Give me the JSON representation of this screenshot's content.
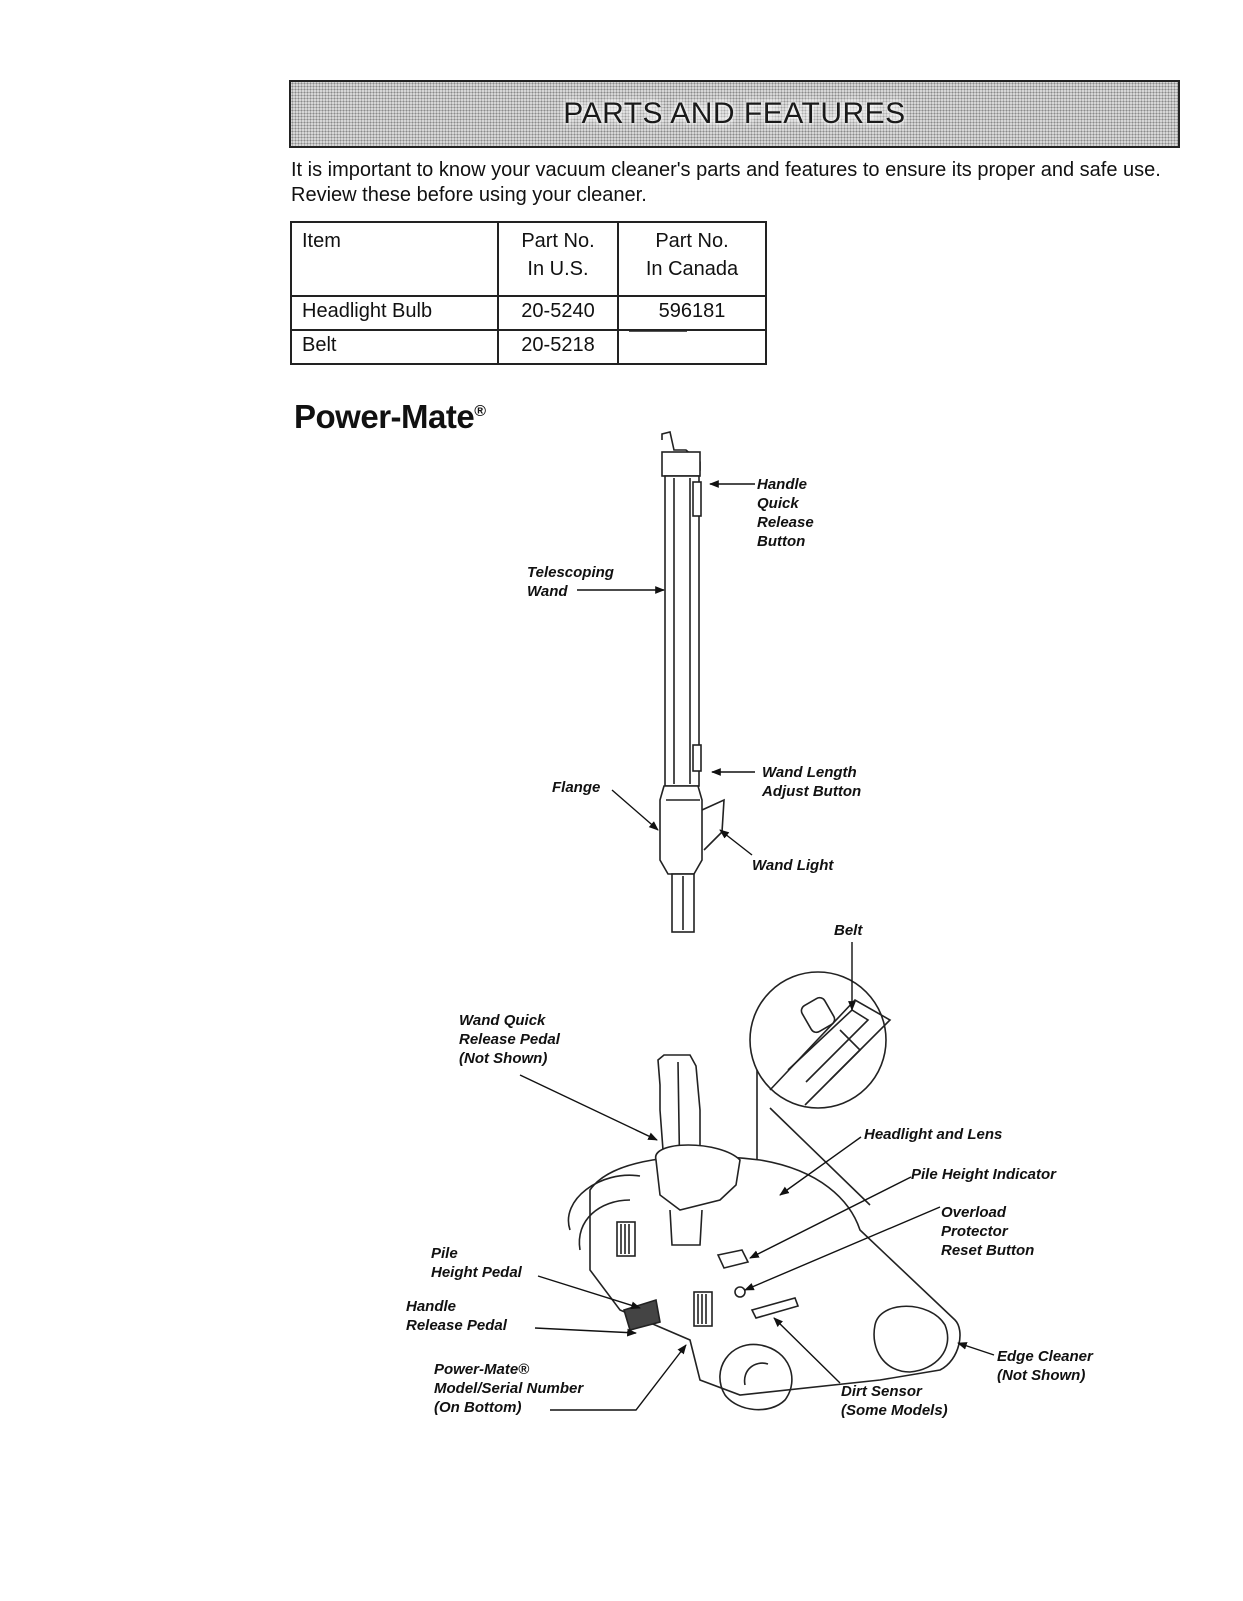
{
  "header": {
    "title": "PARTS AND FEATURES"
  },
  "intro": "It is important to know your vacuum cleaner's parts and features to ensure its proper and safe use. Review these before using your cleaner.",
  "parts_table": {
    "headers": [
      {
        "lines": [
          "Item"
        ]
      },
      {
        "lines": [
          "Part No.",
          "In U.S."
        ]
      },
      {
        "lines": [
          "Part No.",
          "In Canada"
        ]
      }
    ],
    "rows": [
      {
        "item": "Headlight Bulb",
        "us": "20-5240",
        "canada": "596181"
      },
      {
        "item": "Belt",
        "us": "20-5218",
        "canada": ""
      }
    ]
  },
  "product": {
    "name": "Power-Mate",
    "mark": "®"
  },
  "labels": {
    "handle_release_button": [
      "Handle",
      "Quick",
      "Release",
      "Button"
    ],
    "telescoping_wand": [
      "Telescoping",
      "Wand"
    ],
    "flange": [
      "Flange"
    ],
    "wand_length_adjust": [
      "Wand Length",
      "Adjust Button"
    ],
    "wand_light": [
      "Wand Light"
    ],
    "belt": [
      "Belt"
    ],
    "wand_quick_release_pedal": [
      "Wand Quick",
      "Release Pedal",
      "(Not Shown)"
    ],
    "headlight_lens": [
      "Headlight and Lens"
    ],
    "pile_height_indicator": [
      "Pile Height Indicator"
    ],
    "overload_protector": [
      "Overload",
      "Protector",
      "Reset Button"
    ],
    "pile_height_pedal": [
      "Pile",
      "Height Pedal"
    ],
    "handle_release_pedal": [
      "Handle",
      "Release Pedal"
    ],
    "model_serial": [
      "Power-Mate®",
      "Model/Serial Number",
      "(On Bottom)"
    ],
    "edge_cleaner": [
      "Edge Cleaner",
      "(Not Shown)"
    ],
    "dirt_sensor": [
      "Dirt Sensor",
      "(Some Models)"
    ]
  }
}
